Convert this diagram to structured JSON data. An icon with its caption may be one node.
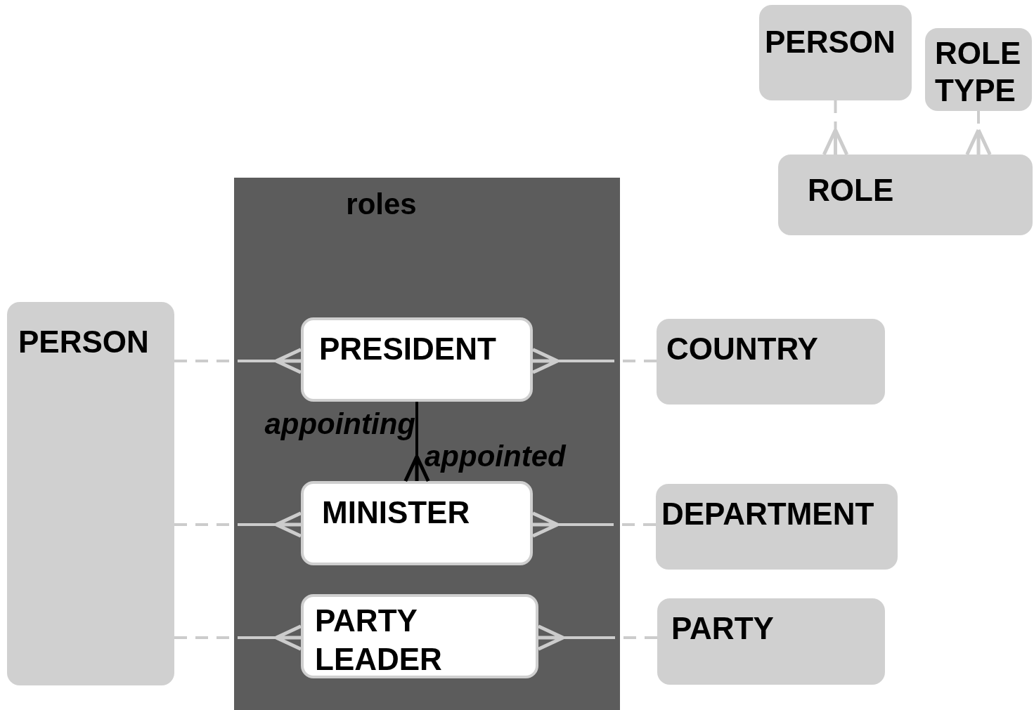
{
  "diagram": {
    "nodes": [
      {
        "text": [
          "PERSON"
        ]
      },
      {
        "text": [
          "ROLE TYPE"
        ]
      },
      {
        "text": [
          "ROLE"
        ]
      },
      {
        "text": [
          "roles"
        ]
      },
      {
        "text": [
          "PERSON"
        ]
      },
      {
        "text": [
          "PRESIDENT"
        ],
        "in": 3
      },
      {
        "text": [
          "MINISTER"
        ],
        "in": 3
      },
      {
        "text": [
          "PARTY LEADER"
        ],
        "in": 3
      },
      {
        "text": [
          "COUNTRY"
        ]
      },
      {
        "text": [
          "DEPARTMENT"
        ]
      },
      {
        "text": [
          "PARTY"
        ]
      }
    ],
    "edges": [
      {
        "from": 0,
        "to": 2,
        "arrow": "other",
        "style": "dashed"
      },
      {
        "from": 1,
        "to": 2,
        "arrow": "other",
        "style": "dashed"
      },
      {
        "from": 4,
        "to": 5,
        "arrow": "other",
        "style": "dashed"
      },
      {
        "from": 8,
        "to": 5,
        "arrow": "other",
        "style": "dashed"
      },
      {
        "from": 4,
        "to": 6,
        "arrow": "other",
        "style": "dashed"
      },
      {
        "from": 9,
        "to": 6,
        "arrow": "other",
        "style": "dashed"
      },
      {
        "from": 4,
        "to": 7,
        "arrow": "other",
        "style": "dashed"
      },
      {
        "from": 10,
        "to": 7,
        "arrow": "other",
        "style": "dashed"
      },
      {
        "from": 5,
        "to": 6,
        "arrow": "other",
        "label": "appointing",
        "color": "#000000"
      }
    ],
    "labels": [
      "appointed"
    ]
  }
}
